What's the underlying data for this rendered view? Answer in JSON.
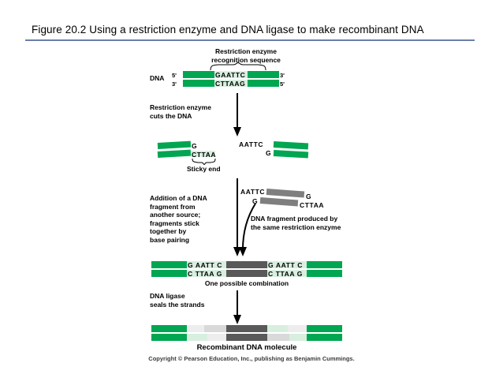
{
  "figure": {
    "title": "Figure 20.2  Using a restriction enzyme and DNA ligase to make recombinant DNA",
    "copyright": "Copyright © Pearson Education, Inc., publishing as Benjamin Cummings."
  },
  "colors": {
    "dna_green": "#00a651",
    "recognition_light_green": "#d8efdf",
    "foreign_dna_gray": "#7f7f7f",
    "sealed_center_gray": "#595959",
    "title_rule": "#6a7fa8"
  },
  "steps": {
    "step1": {
      "caption_line1": "Restriction enzyme",
      "caption_line2": "recognition sequence",
      "molecule_label": "DNA",
      "top_strand_end_left": "5'",
      "top_strand_end_right": "3'",
      "bottom_strand_end_left": "3'",
      "bottom_strand_end_right": "5'",
      "top_sequence": "GAATTC",
      "bottom_sequence": "CTTAAG"
    },
    "step2": {
      "label_line1": "Restriction enzyme",
      "label_line2": "cuts the DNA"
    },
    "step3": {
      "left_fragment_top": "G",
      "left_fragment_bottom": "CTTAA",
      "right_fragment_top": "AATTC",
      "right_fragment_bottom": "G",
      "sticky_end_label": "Sticky end"
    },
    "step4": {
      "label_line1": "Addition of a DNA",
      "label_line2": "fragment from",
      "label_line3": "another source;",
      "label_line4": "fragments stick",
      "label_line5": "together by",
      "label_line6": "base pairing",
      "foreign_fragment_top_left": "AATTC",
      "foreign_fragment_top_right": "G",
      "foreign_fragment_bottom_left": "G",
      "foreign_fragment_bottom_right": "CTTAA",
      "foreign_caption_line1": "DNA fragment produced by",
      "foreign_caption_line2": "the same restriction enzyme"
    },
    "step5": {
      "top_seq_left": "G AATT C",
      "bottom_seq_left": "C TTAA G",
      "top_seq_right": "G AATT C",
      "bottom_seq_right": "C TTAA G",
      "caption": "One possible combination"
    },
    "step6": {
      "label_line1": "DNA ligase",
      "label_line2": "seals the strands",
      "caption": "Recombinant DNA molecule"
    }
  }
}
